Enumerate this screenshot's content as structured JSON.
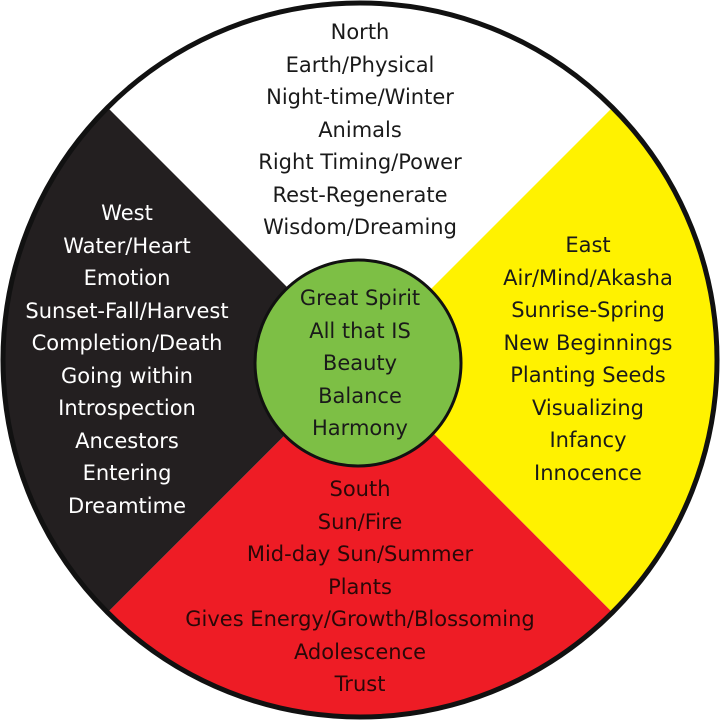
{
  "colors": {
    "north": "#ffffff",
    "east": "#fff200",
    "south": "#ee1c25",
    "west": "#231f20",
    "center": "#7dbf45",
    "outline": "#111111"
  },
  "north": {
    "lines": [
      "North",
      "Earth/Physical",
      "Night-time/Winter",
      "Animals",
      "Right Timing/Power",
      "Rest-Regenerate",
      "Wisdom/Dreaming"
    ]
  },
  "east": {
    "lines": [
      "East",
      "Air/Mind/Akasha",
      "Sunrise-Spring",
      "New Beginnings",
      "Planting Seeds",
      "Visualizing",
      "Infancy",
      "Innocence"
    ]
  },
  "south": {
    "lines": [
      "South",
      "Sun/Fire",
      "Mid-day Sun/Summer",
      "Plants",
      "Gives Energy/Growth/Blossoming",
      "Adolescence",
      "Trust"
    ]
  },
  "west": {
    "lines": [
      "West",
      "Water/Heart",
      "Emotion",
      "Sunset-Fall/Harvest",
      "Completion/Death",
      "Going within",
      "Introspection",
      "Ancestors",
      "Entering",
      "Dreamtime"
    ]
  },
  "center": {
    "lines": [
      "Great Spirit",
      "All that IS",
      "Beauty",
      "Balance",
      "Harmony"
    ]
  }
}
